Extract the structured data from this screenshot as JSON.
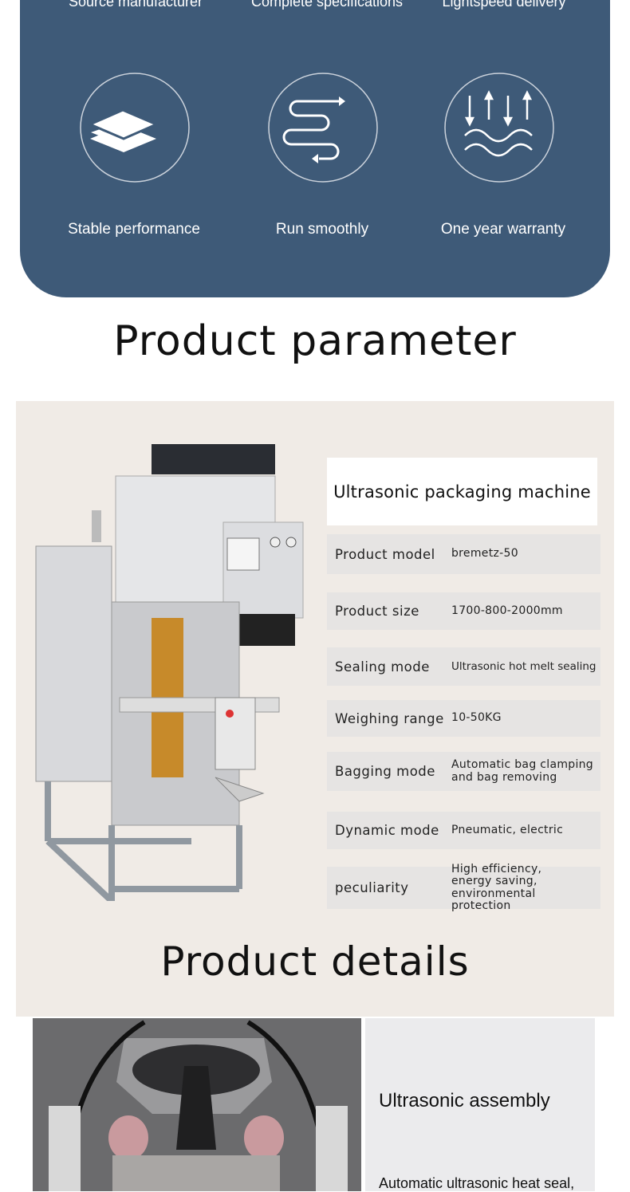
{
  "features_top": [
    "Source manufacturer",
    "Complete specifications",
    "Lightspeed delivery"
  ],
  "features": [
    {
      "label": "Stable performance",
      "icon": "layers-icon"
    },
    {
      "label": "Run smoothly",
      "icon": "flow-arrows-icon"
    },
    {
      "label": "One year warranty",
      "icon": "waves-arrows-icon"
    }
  ],
  "parameter_heading": "Product parameter",
  "product_name": "Ultrasonic packaging machine",
  "params": [
    {
      "k": "Product model",
      "v": "bremetz-50"
    },
    {
      "k": "Product size",
      "v": "1700-800-2000mm"
    },
    {
      "k": "Sealing mode",
      "v": "Ultrasonic hot melt sealing"
    },
    {
      "k": "Weighing range",
      "v": "10-50KG"
    },
    {
      "k": "Bagging mode",
      "v": "Automatic bag clamping and bag removing"
    },
    {
      "k": "Dynamic mode",
      "v": "Pneumatic, electric"
    },
    {
      "k": "peculiarity",
      "v": "High efficiency, energy saving, environmental protection"
    }
  ],
  "details_heading": "Product details",
  "detail": {
    "title": "Ultrasonic assembly",
    "text": "Automatic ultrasonic heat seal,"
  },
  "colors": {
    "panel": "#3e5a78",
    "beige": "#f0ebe6",
    "row": "#e6e4e3"
  }
}
